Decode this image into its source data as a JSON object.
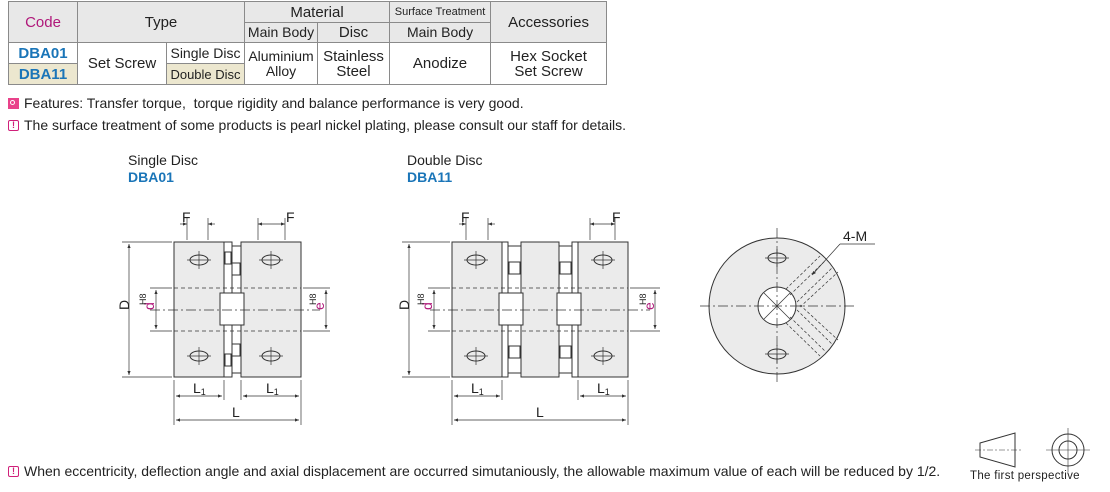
{
  "table": {
    "headers": {
      "code": "Code",
      "type": "Type",
      "material": "Material",
      "main_body": "Main Body",
      "disc": "Disc",
      "surface_treatment": "Surface Treatment",
      "surface_main_body": "Main Body",
      "accessories": "Accessories"
    },
    "rows": {
      "code1": "DBA01",
      "code2": "DBA11",
      "type": "Set Screw",
      "sub1": "Single Disc",
      "sub2": "Double Disc",
      "main_body_line1": "Aluminium",
      "main_body_line2": "Alloy",
      "disc_line1": "Stainless",
      "disc_line2": "Steel",
      "surface": "Anodize",
      "acc_line1": "Hex Socket",
      "acc_line2": "Set Screw"
    }
  },
  "notes": {
    "features": "Features: Transfer torque,  torque rigidity and balance performance is very good.",
    "surface": "The surface treatment of some products is pearl nickel plating, please consult our staff for details.",
    "eccentricity": "When eccentricity, deflection angle and axial displacement are occurred simutaniously, the allowable maximum value of each will be reduced by 1/2."
  },
  "drawings": {
    "single": {
      "title": "Single Disc",
      "code": "DBA01"
    },
    "double": {
      "title": "Double Disc",
      "code": "DBA11"
    },
    "labels": {
      "F": "F",
      "D": "D",
      "d": "d",
      "e": "e",
      "H8": "H8",
      "L1": "L",
      "L1_sub": "1",
      "L": "L",
      "M": "4-M"
    },
    "perspective": "The first perspective"
  },
  "colors": {
    "code_blue": "#1a75b8",
    "accent_pink": "#b0187a",
    "warn": "#d0207a"
  }
}
